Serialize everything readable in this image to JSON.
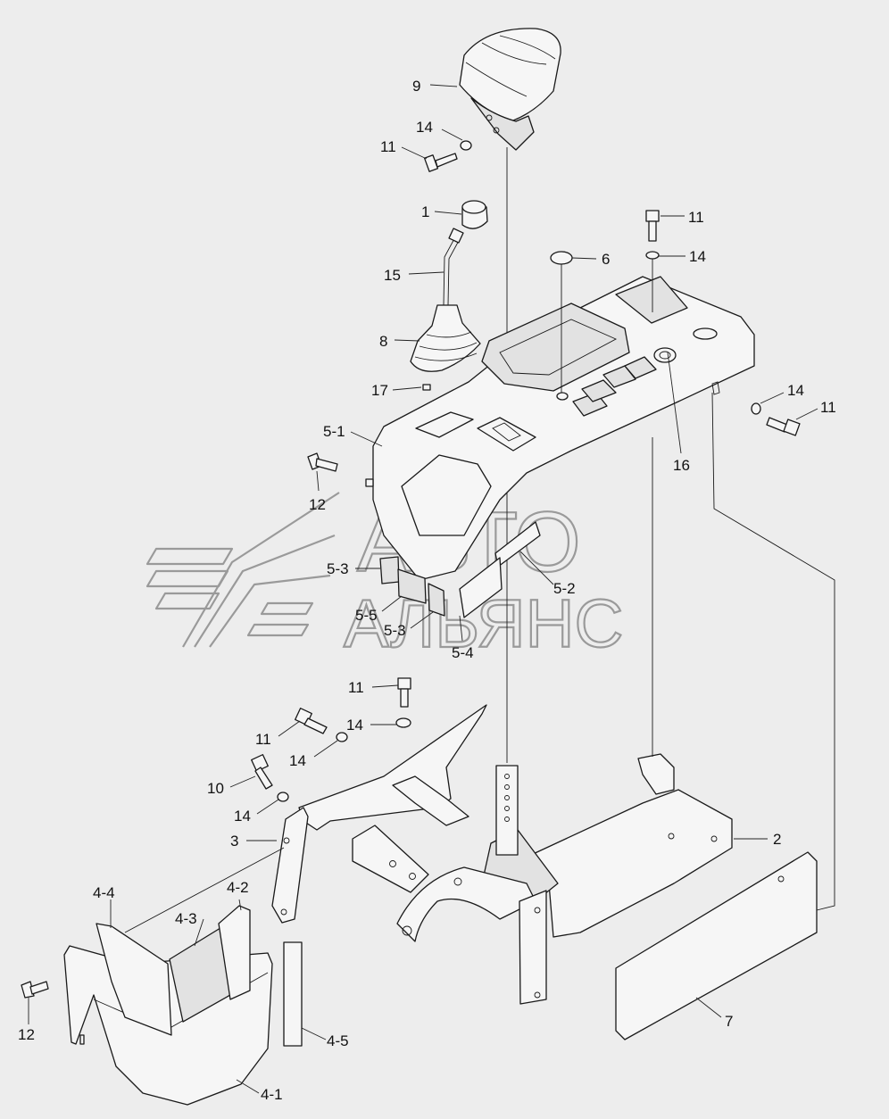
{
  "diagram": {
    "callouts": [
      {
        "id": "c9",
        "label": "9"
      },
      {
        "id": "c14a",
        "label": "14"
      },
      {
        "id": "c11a",
        "label": "11"
      },
      {
        "id": "c1",
        "label": "1"
      },
      {
        "id": "c11b",
        "label": "11"
      },
      {
        "id": "c6",
        "label": "6"
      },
      {
        "id": "c14b",
        "label": "14"
      },
      {
        "id": "c15",
        "label": "15"
      },
      {
        "id": "c8",
        "label": "8"
      },
      {
        "id": "c17",
        "label": "17"
      },
      {
        "id": "c14c",
        "label": "14"
      },
      {
        "id": "c11c",
        "label": "11"
      },
      {
        "id": "c5_1",
        "label": "5-1"
      },
      {
        "id": "c16",
        "label": "16"
      },
      {
        "id": "c12a",
        "label": "12"
      },
      {
        "id": "c5_3a",
        "label": "5-3"
      },
      {
        "id": "c5_2",
        "label": "5-2"
      },
      {
        "id": "c5_5",
        "label": "5-5"
      },
      {
        "id": "c5_3b",
        "label": "5-3"
      },
      {
        "id": "c5_4",
        "label": "5-4"
      },
      {
        "id": "c11d",
        "label": "11"
      },
      {
        "id": "c14d",
        "label": "14"
      },
      {
        "id": "c11e",
        "label": "11"
      },
      {
        "id": "c14e",
        "label": "14"
      },
      {
        "id": "c10",
        "label": "10"
      },
      {
        "id": "c14f",
        "label": "14"
      },
      {
        "id": "c3",
        "label": "3"
      },
      {
        "id": "c2",
        "label": "2"
      },
      {
        "id": "c4_4",
        "label": "4-4"
      },
      {
        "id": "c4_2",
        "label": "4-2"
      },
      {
        "id": "c4_3",
        "label": "4-3"
      },
      {
        "id": "c12b",
        "label": "12"
      },
      {
        "id": "c4_5",
        "label": "4-5"
      },
      {
        "id": "c7",
        "label": "7"
      },
      {
        "id": "c4_1",
        "label": "4-1"
      }
    ]
  },
  "watermark": {
    "line1": "АВТО",
    "line2": "АЛЬЯНС"
  },
  "colors": {
    "background": "#ededed",
    "line": "#1a1a1a",
    "part_fill": "#f6f6f6",
    "watermark": "#9a9a9a"
  }
}
